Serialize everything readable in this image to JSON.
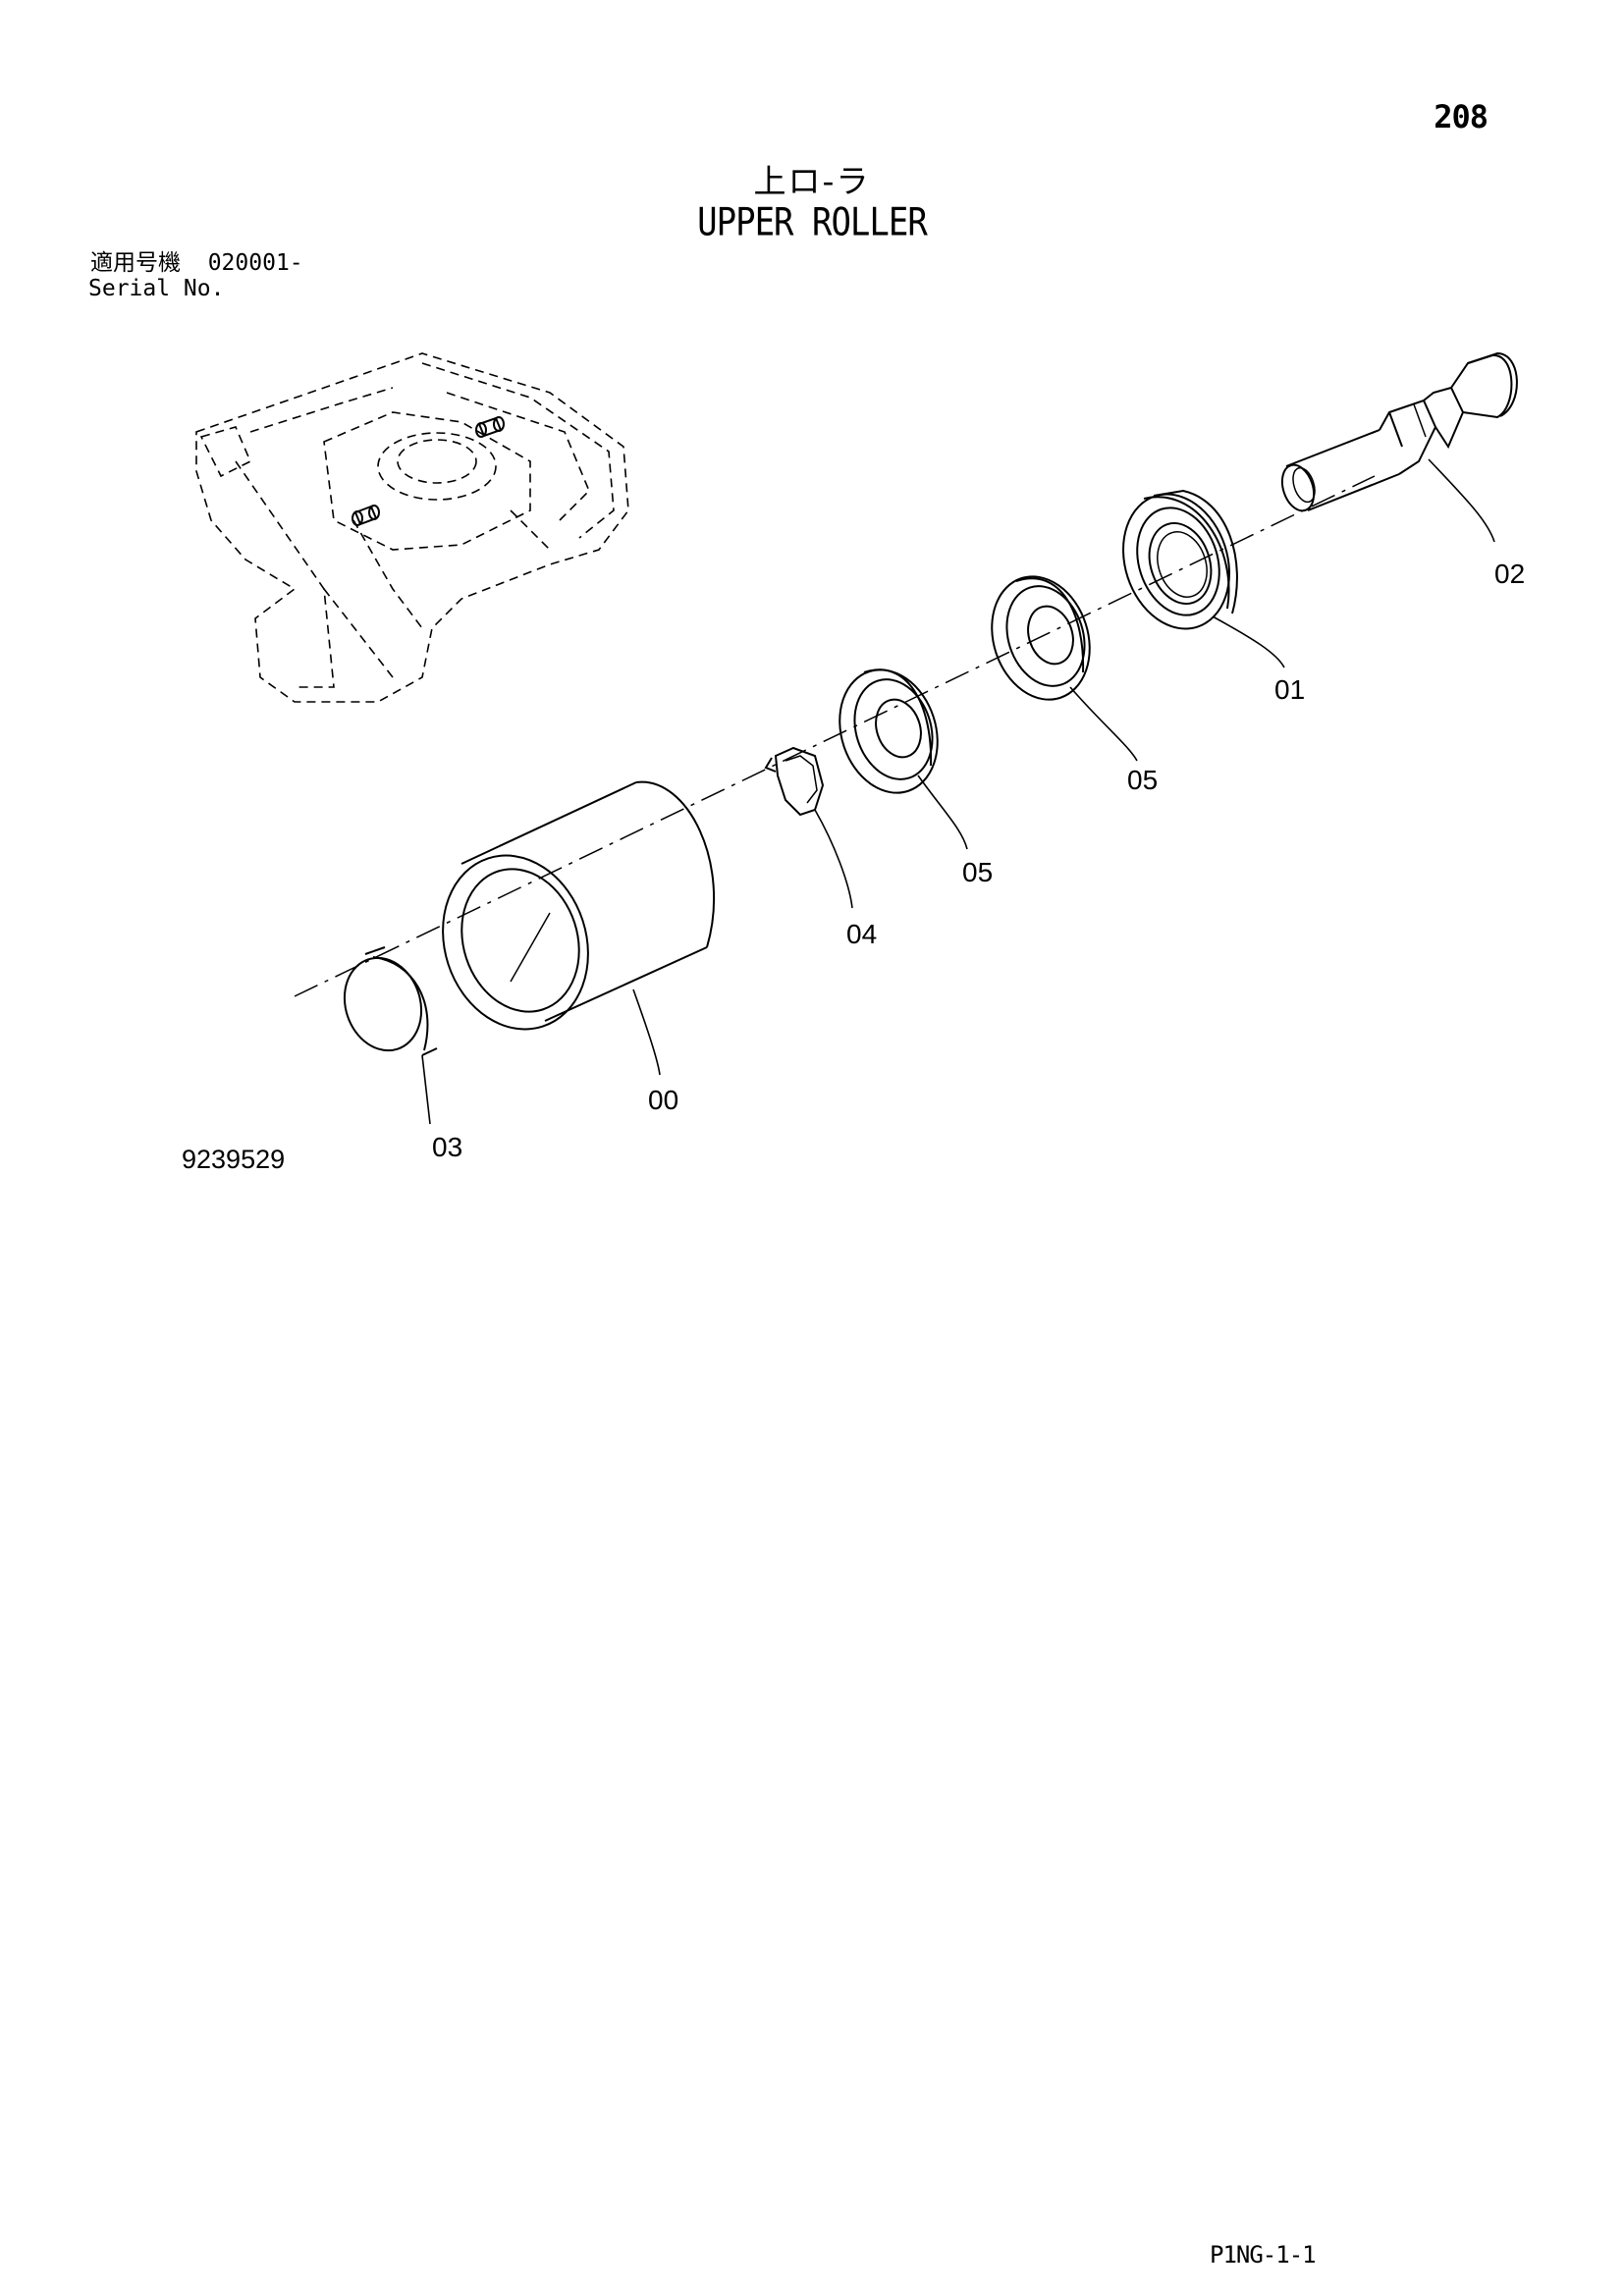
{
  "page_number": "208",
  "title_jp": "上ロ-ラ",
  "title_en": "UPPER ROLLER",
  "serial": {
    "label_jp": "適用号機",
    "value": "020001-",
    "label_en": "Serial No."
  },
  "drawing_number": "9239529",
  "footer_code": "P1NG-1-1",
  "callouts": {
    "roller_body": "00",
    "seal": "01",
    "shaft": "02",
    "cap": "03",
    "snap_ring": "04",
    "bearing_inner": "05",
    "bearing_outer": "05"
  }
}
